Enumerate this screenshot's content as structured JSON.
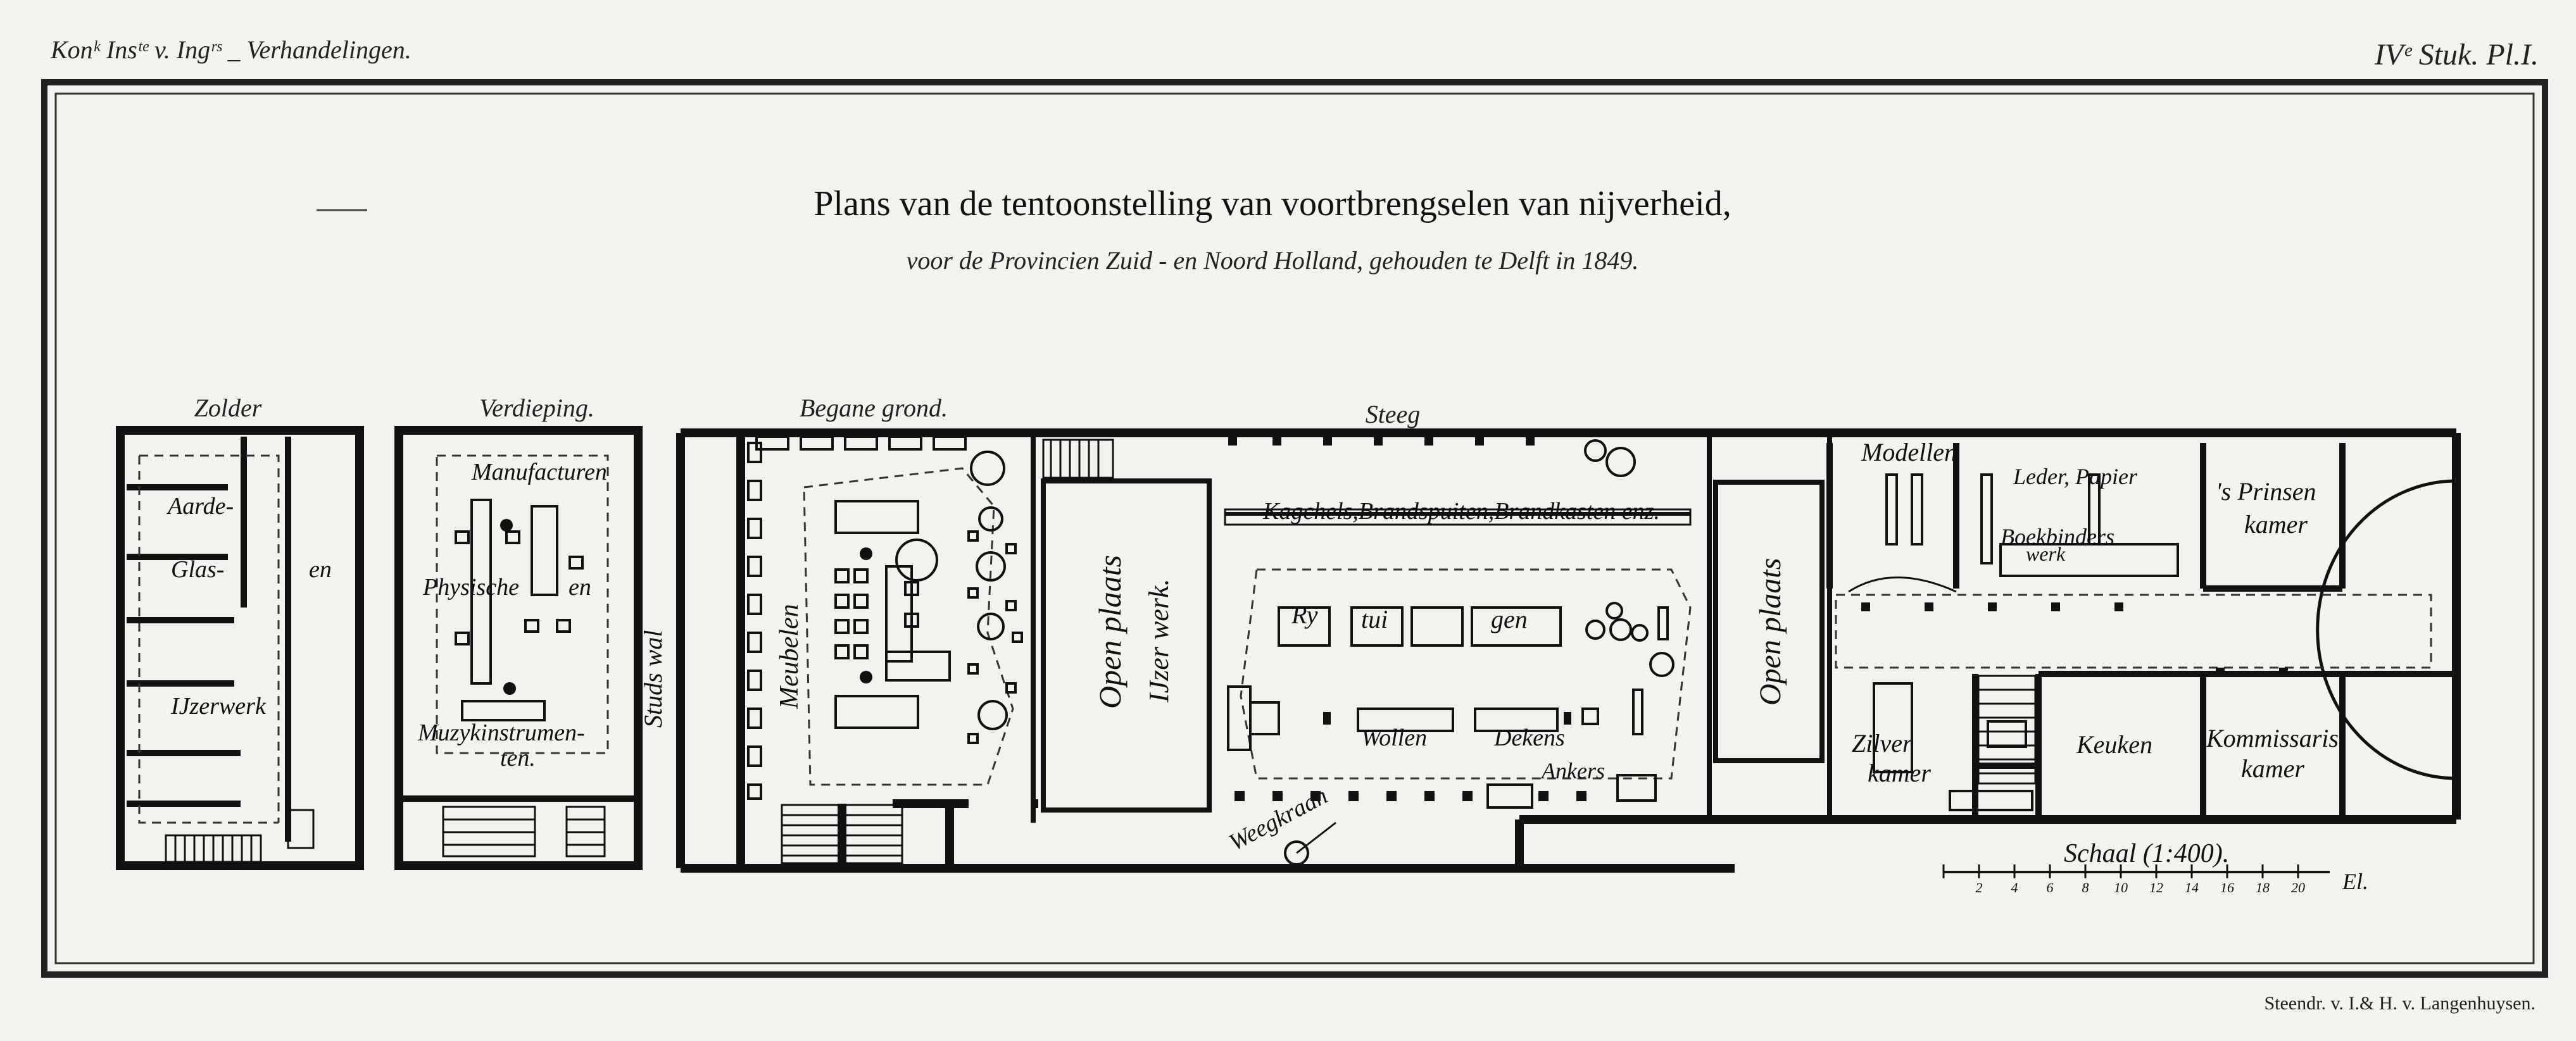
{
  "header": {
    "left": "Konᵏ Insᵗᵉ v. Ingʳˢ _ Verhandelingen.",
    "right": "IVᵉ Stuk. Pl.I."
  },
  "title": {
    "main": "Plans van de tentoonstelling van voortbrengselen van nijverheid,",
    "sub": "voor de Provincien Zuid - en Noord Holland, gehouden te Delft in 1849."
  },
  "plans": {
    "zolder": {
      "heading": "Zolder",
      "labels": [
        "Aarde-",
        "Glas-",
        "en",
        "IJzerwerk"
      ]
    },
    "verdieping": {
      "heading": "Verdieping.",
      "labels": [
        "Manufacturen",
        "Physische",
        "en",
        "Muzykinstrumen-",
        "ten."
      ]
    },
    "begane_grond": {
      "heading": "Begane grond.",
      "street_top": "Steeg",
      "street_left": "Studs wal",
      "rooms": {
        "meubelen": "Meubelen",
        "open1_a": "Open plaats",
        "open1_b": "IJzer werk.",
        "kagchels": "Kagchels,Brandspuiten,Brandkasten enz.",
        "ry": "Ry",
        "tui": "tui",
        "gen": "gen",
        "wollen": "Wollen",
        "dekens": "Dekens",
        "ankers": "Ankers",
        "weegkraan": "Weegkraan",
        "open2": "Open plaats",
        "modellen": "Modellen",
        "leder_papier": "Leder, Papier",
        "boekbinders_a": "Boekbinders",
        "boekbinders_b": "werk",
        "prinsen_a": "'s Prinsen",
        "prinsen_b": "kamer",
        "zilver_a": "Zilver",
        "zilver_b": "kamer",
        "keuken": "Keuken",
        "kommissaris_a": "Kommissaris",
        "kommissaris_b": "kamer"
      }
    }
  },
  "scale": {
    "label": "Schaal (1:400).",
    "ticks": [
      "2",
      "4",
      "6",
      "8",
      "10",
      "12",
      "14",
      "16",
      "18",
      "20"
    ],
    "unit": "El."
  },
  "imprint": "Steendr. v. I.& H. v. Langenhuysen."
}
